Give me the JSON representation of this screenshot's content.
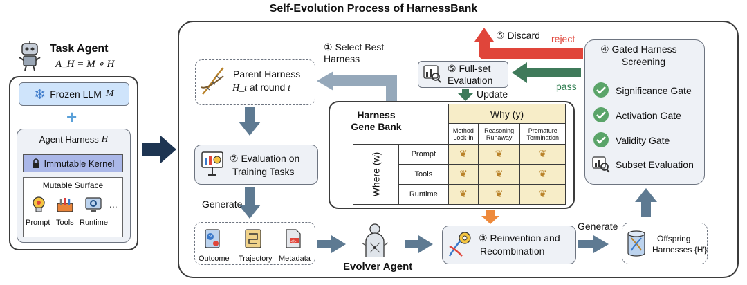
{
  "title": "Self-Evolution Process of HarnessBank",
  "task_agent": {
    "title": "Task Agent",
    "formula": "A_H = M ∘ H",
    "frozen_llm": "Frozen LLM",
    "frozen_llm_var": "M",
    "agent_harness": "Agent Harness",
    "agent_harness_var": "H",
    "immutable_kernel": "Immutable Kernel",
    "mutable_surface": "Mutable Surface",
    "surface_items": [
      "Prompt",
      "Tools",
      "Runtime"
    ],
    "ellipsis": "..."
  },
  "parent_harness": {
    "line1": "Parent Harness",
    "line2_var": "H_t",
    "line2_text": "at round",
    "line2_var2": "t"
  },
  "step1": "① Select Best\nHarness",
  "step2": {
    "line1": "② Evaluation on",
    "line2": "Training Tasks"
  },
  "generate_label": "Generate",
  "generate_label2": "Generate",
  "outputs": [
    "Outcome",
    "Trajectory",
    "Metadata"
  ],
  "evolver_agent": "Evolver Agent",
  "gene_bank": {
    "title": "Harness\nGene Bank",
    "why": "Why (y)",
    "where": "Where (w)",
    "columns": [
      "Method\nLock-in",
      "Reasoning\nRunaway",
      "Premature\nTermination"
    ],
    "rows": [
      "Prompt",
      "Tools",
      "Runtime"
    ]
  },
  "step3": {
    "line1": "③ Reinvention and",
    "line2": "Recombination"
  },
  "offspring": {
    "line1": "Offspring",
    "line2": "Harnesses {H′}"
  },
  "step4": {
    "line1": "④ Gated Harness",
    "line2": "Screening"
  },
  "gates": [
    "Significance Gate",
    "Activation Gate",
    "Validity Gate",
    "Subset Evaluation"
  ],
  "step5_full": {
    "line1": "⑤ Full-set",
    "line2": "Evaluation"
  },
  "step5_discard": "⑤ Discard",
  "reject": "reject",
  "pass": "pass",
  "update": "Update",
  "colors": {
    "reject": "#e0453a",
    "pass": "#2e7d4f",
    "arrow": "#5e7a92",
    "update": "#3f7a5a",
    "orange": "#ee8a3c"
  }
}
